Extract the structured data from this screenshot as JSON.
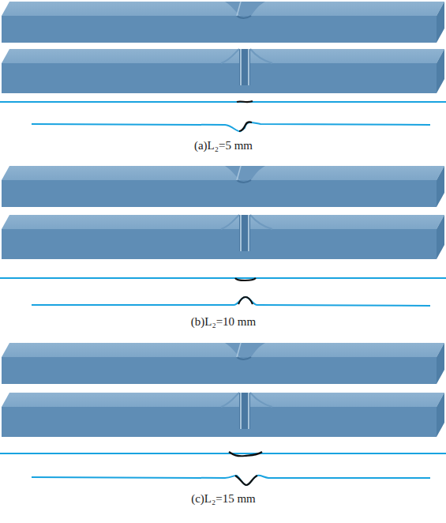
{
  "diagram": {
    "labels": [
      "(a)L₂=5 mm",
      "(b)L₂=10 mm",
      "(c)L₂=15 mm"
    ]
  }
}
